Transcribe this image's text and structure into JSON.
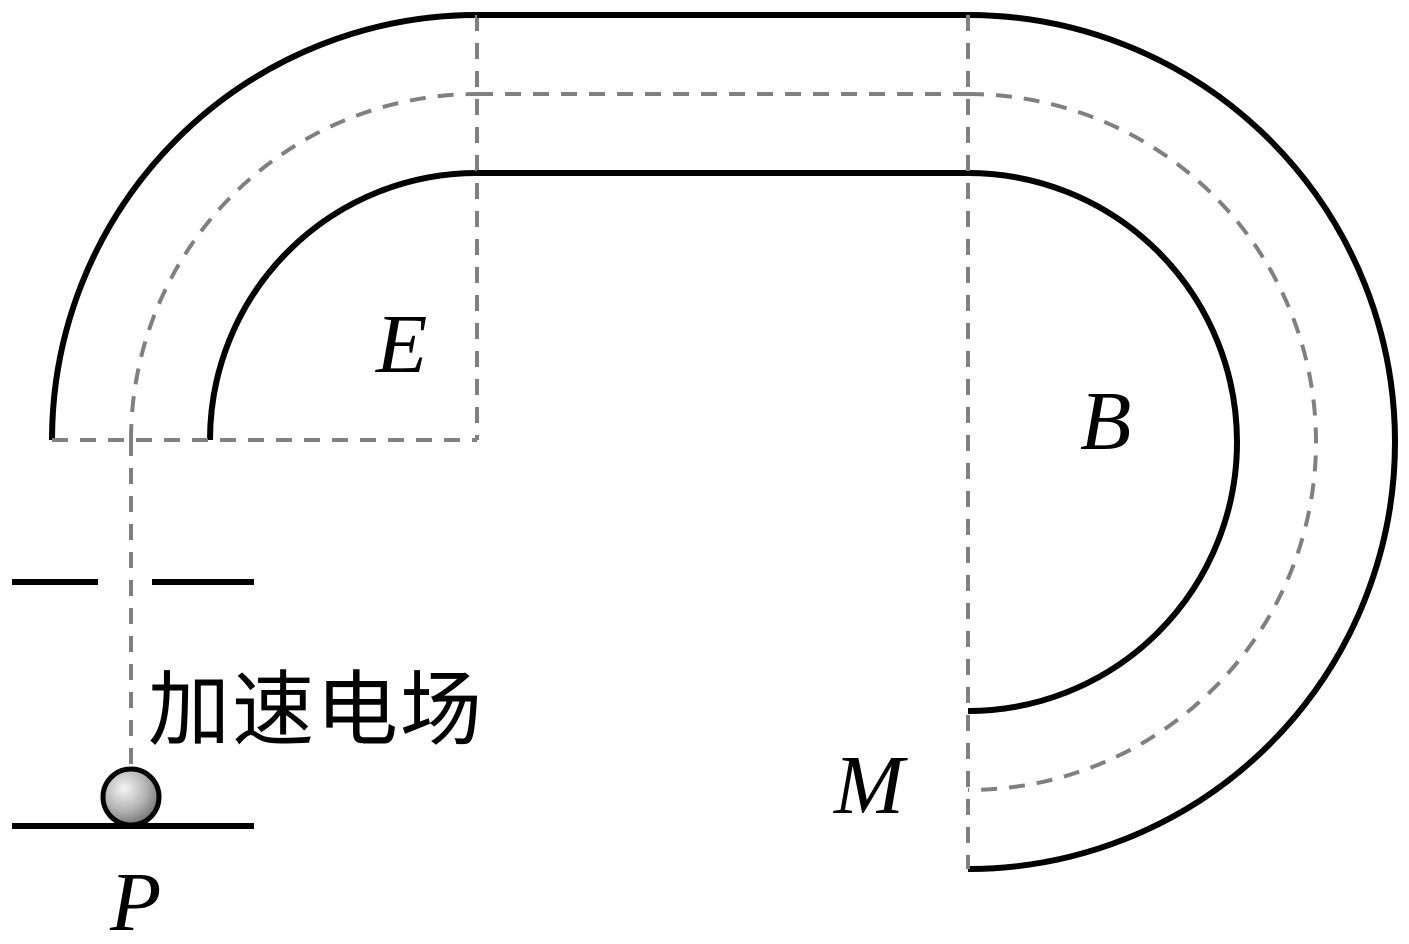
{
  "labels": {
    "electric_field": "E",
    "magnetic_field": "B",
    "point_m": "M",
    "point_p": "P",
    "accelerating_field": "加速电场"
  },
  "colors": {
    "stroke": "#000000",
    "guide_dash": "#808080",
    "particle_light": "#f0f0f0",
    "particle_dark": "#6e6e6e"
  }
}
